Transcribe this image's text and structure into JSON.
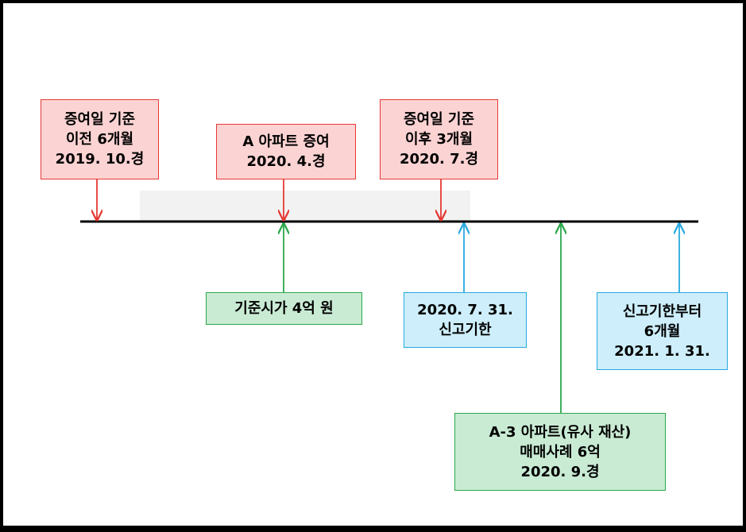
{
  "colors": {
    "red": "#e53935",
    "green": "#2aa84a",
    "blue": "#29a9e0",
    "timeline": "#000000"
  },
  "boxes": {
    "before_6m": {
      "line1": "증여일 기준",
      "line2": "이전 6개월",
      "line3": "2019. 10.경"
    },
    "gift": {
      "line1": "A 아파트 증여",
      "line2": "2020. 4.경"
    },
    "after_3m": {
      "line1": "증여일 기준",
      "line2": "이후 3개월",
      "line3": "2020. 7.경"
    },
    "std_price": {
      "line1": "기준시가 4억 원"
    },
    "deadline": {
      "line1": "2020. 7. 31.",
      "line2": "신고기한"
    },
    "after_deadline": {
      "line1": "신고기한부터",
      "line2": "6개월",
      "line3": "2021. 1. 31."
    },
    "similar_sale": {
      "line1": "A-3 아파트(유사 재산)",
      "line2": "매매사례 6억",
      "line3": "2020. 9.경"
    }
  }
}
